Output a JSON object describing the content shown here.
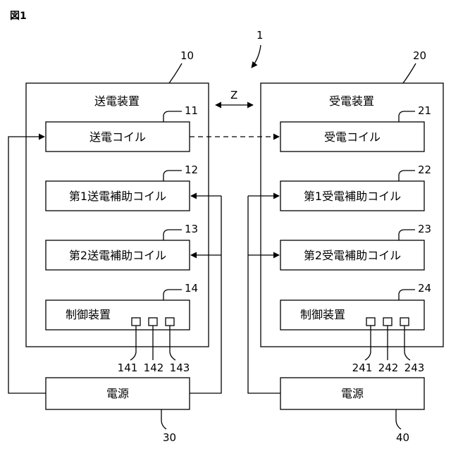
{
  "figure_label": "図1",
  "system_number": "1",
  "z_label": "Z",
  "transmitter": {
    "number": "10",
    "title": "送電装置",
    "coil": {
      "label": "送電コイル",
      "number": "11"
    },
    "aux1": {
      "label": "第1送電補助コイル",
      "number": "12"
    },
    "aux2": {
      "label": "第2送電補助コイル",
      "number": "13"
    },
    "controller": {
      "label": "制御装置",
      "number": "14",
      "terminals": [
        "141",
        "142",
        "143"
      ]
    }
  },
  "receiver": {
    "number": "20",
    "title": "受電装置",
    "coil": {
      "label": "受電コイル",
      "number": "21"
    },
    "aux1": {
      "label": "第1受電補助コイル",
      "number": "22"
    },
    "aux2": {
      "label": "第2受電補助コイル",
      "number": "23"
    },
    "controller": {
      "label": "制御装置",
      "number": "24",
      "terminals": [
        "241",
        "242",
        "243"
      ]
    }
  },
  "power_tx": {
    "label": "電源",
    "number": "30"
  },
  "power_rx": {
    "label": "電源",
    "number": "40"
  }
}
